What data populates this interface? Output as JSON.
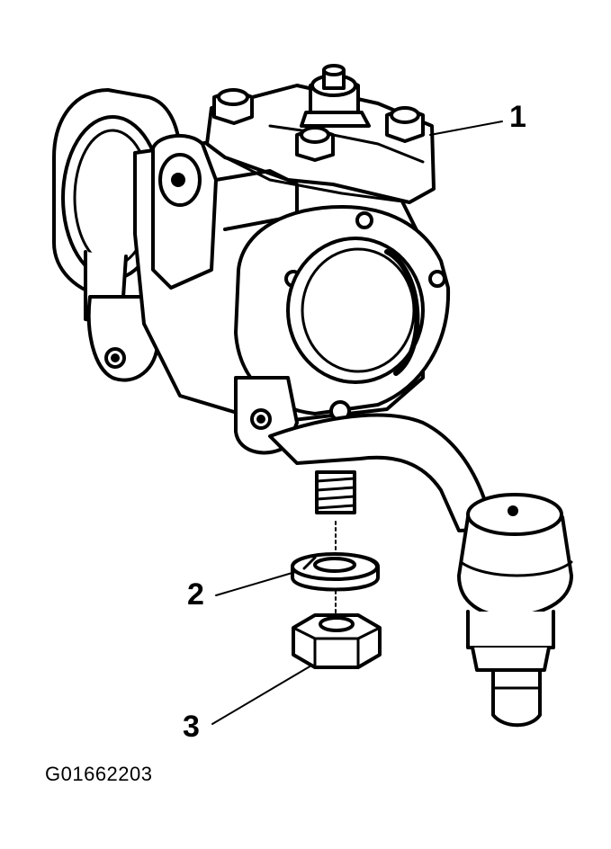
{
  "callouts": [
    {
      "number": "1",
      "part": "steering-gear"
    },
    {
      "number": "2",
      "part": "lock-washer"
    },
    {
      "number": "3",
      "part": "nut"
    }
  ],
  "figure_id": "G01662203",
  "colors": {
    "line": "#000000",
    "background": "#ffffff"
  }
}
